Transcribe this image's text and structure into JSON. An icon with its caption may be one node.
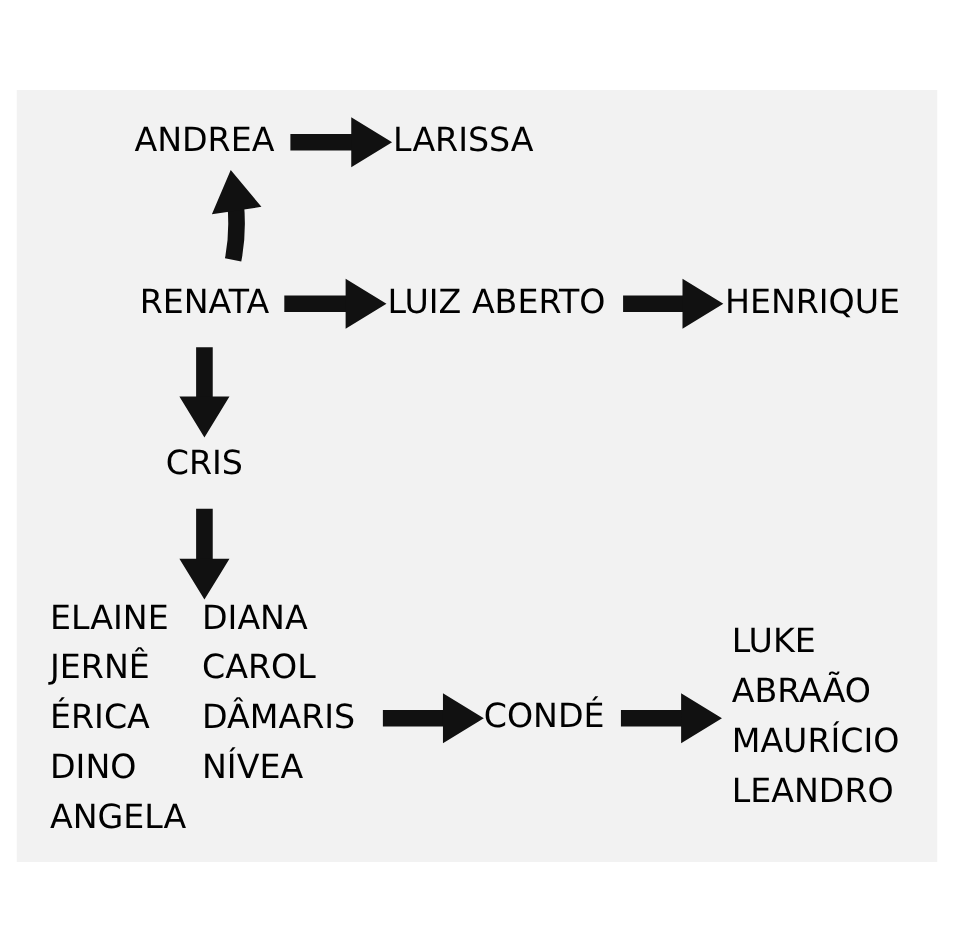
{
  "diagram": {
    "nodes": [
      {
        "text": [
          "ANDREA"
        ]
      },
      {
        "text": [
          "LARISSA"
        ]
      },
      {
        "text": [
          "RENATA"
        ]
      },
      {
        "text": [
          "LUIZ ABERTO"
        ]
      },
      {
        "text": [
          "HENRIQUE"
        ]
      },
      {
        "text": [
          "CRIS"
        ]
      },
      {
        "text": [
          "ELAINE",
          "DIANA",
          "JERNÊ",
          "CAROL",
          "ÉRICA",
          "DÂMARIS",
          "DINO",
          "NÍVEA",
          "ANGELA"
        ]
      },
      {
        "text": [
          "CONDÉ"
        ]
      },
      {
        "text": [
          "LUKE",
          "ABRAÃO",
          "MAURÍCIO",
          "LEANDRO"
        ]
      }
    ],
    "edges": [
      {
        "from": 2,
        "to": 0,
        "arrow": "to"
      },
      {
        "from": 0,
        "to": 1,
        "arrow": "to"
      },
      {
        "from": 2,
        "to": 3,
        "arrow": "to"
      },
      {
        "from": 3,
        "to": 4,
        "arrow": "to"
      },
      {
        "from": 2,
        "to": 5,
        "arrow": "to"
      },
      {
        "from": 5,
        "to": 6,
        "arrow": "to"
      },
      {
        "from": 6,
        "to": 7,
        "arrow": "to"
      },
      {
        "from": 7,
        "to": 8,
        "arrow": "to"
      }
    ]
  }
}
